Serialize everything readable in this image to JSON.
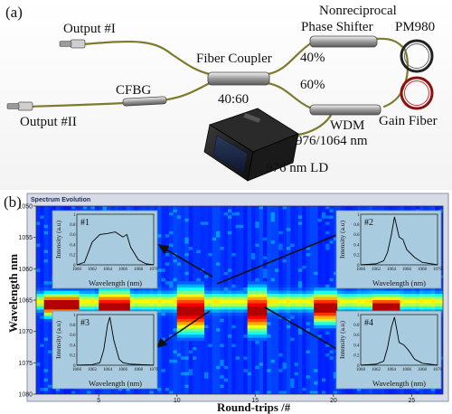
{
  "panel_a": {
    "label": "(a)",
    "output1": "Output #I",
    "output2": "Output #II",
    "cfbg": "CFBG",
    "coupler": "Fiber Coupler",
    "coupler_ratio": "40:60",
    "shifter_line1": "Nonreciprocal",
    "shifter_line2": "Phase Shifter",
    "pct40": "40%",
    "pct60": "60%",
    "pm980": "PM980",
    "wdm": "WDM",
    "wdm_spec": "976/1064 nm",
    "gain_fiber": "Gain Fiber",
    "ld": "976 nm LD"
  },
  "panel_b": {
    "label": "(b)",
    "title": "Spectrum Evolution",
    "ylabel": "Wavelength  nm",
    "xlabel": "Round-trips /#",
    "yticks": [
      "1050",
      "1055",
      "1060",
      "1065",
      "1070",
      "1075",
      "1080"
    ],
    "xticks": [
      "5",
      "10",
      "15",
      "20",
      "25"
    ],
    "insets": [
      {
        "id": "#1",
        "ylabel": "Intensity (a.u)",
        "xlabel": "Wavelength (nm)",
        "xticks": [
          "1060",
          "1062",
          "1064",
          "1066",
          "1068",
          "1070"
        ],
        "yticks": [
          "0",
          "0.2",
          "0.4",
          "0.6",
          "0.8",
          "1"
        ]
      },
      {
        "id": "#2",
        "ylabel": "Intensity (a.u)",
        "xlabel": "Wavelength (nm)",
        "xticks": [
          "1060",
          "1062",
          "1064",
          "1066",
          "1068",
          "1070"
        ],
        "yticks": [
          "0",
          "0.2",
          "0.4",
          "0.6",
          "0.8",
          "1"
        ]
      },
      {
        "id": "#3",
        "ylabel": "Intensity (a.u)",
        "xlabel": "Wavelength (nm)",
        "xticks": [
          "1060",
          "1062",
          "1064",
          "1066",
          "1068",
          "1070"
        ],
        "yticks": [
          "0",
          "0.2",
          "0.4",
          "0.6",
          "0.8",
          "1"
        ]
      },
      {
        "id": "#4",
        "ylabel": "Intensity (a.u)",
        "xlabel": "Wavelength (nm)",
        "xticks": [
          "1060",
          "1062",
          "1064",
          "1066",
          "1068",
          "1070"
        ],
        "yticks": [
          "0",
          "0.2",
          "0.4",
          "0.6",
          "0.8",
          "1"
        ]
      }
    ]
  },
  "chart_data": {
    "type": "heatmap",
    "title": "Spectrum Evolution",
    "xlabel": "Round-trips /#",
    "ylabel": "Wavelength  nm",
    "xlim": [
      1,
      27
    ],
    "ylim": [
      1050,
      1080
    ],
    "background_level": 0.15,
    "center_wavelength": 1065,
    "pulse_bursts": [
      {
        "start": 1.5,
        "end": 3.5,
        "center": 1065.5,
        "width": 3.0
      },
      {
        "start": 5.0,
        "end": 6.8,
        "center": 1066.0,
        "width": 4.5
      },
      {
        "start": 10.0,
        "end": 11.6,
        "center": 1066.5,
        "width": 5.5
      },
      {
        "start": 14.5,
        "end": 15.6,
        "center": 1066.5,
        "width": 5.5
      },
      {
        "start": 18.6,
        "end": 20.2,
        "center": 1066.0,
        "width": 4.0
      },
      {
        "start": 22.5,
        "end": 24.0,
        "center": 1066.0,
        "width": 3.5
      }
    ],
    "inset_spectra": [
      {
        "name": "#1",
        "wavelength": [
          1060,
          1061,
          1062,
          1063,
          1064,
          1065,
          1066,
          1066.5,
          1067,
          1068,
          1069,
          1070
        ],
        "intensity": [
          0.0,
          0.05,
          0.45,
          0.6,
          0.62,
          0.65,
          0.55,
          0.6,
          0.35,
          0.1,
          0.02,
          0.0
        ]
      },
      {
        "name": "#2",
        "wavelength": [
          1060,
          1062,
          1063,
          1063.5,
          1064,
          1064.4,
          1065,
          1065.5,
          1066,
          1067,
          1068,
          1070
        ],
        "intensity": [
          0.0,
          0.02,
          0.08,
          0.25,
          0.6,
          0.95,
          0.55,
          0.5,
          0.3,
          0.15,
          0.05,
          0.0
        ]
      },
      {
        "name": "#3",
        "wavelength": [
          1060,
          1062,
          1063,
          1063.5,
          1064,
          1064.3,
          1064.8,
          1065.5,
          1066,
          1067,
          1070
        ],
        "intensity": [
          0.0,
          0.01,
          0.05,
          0.3,
          0.8,
          0.95,
          0.5,
          0.12,
          0.05,
          0.02,
          0.0
        ]
      },
      {
        "name": "#4",
        "wavelength": [
          1060,
          1062,
          1063,
          1063.5,
          1064,
          1064.4,
          1065,
          1065.6,
          1066.2,
          1067,
          1068,
          1070
        ],
        "intensity": [
          0.0,
          0.02,
          0.08,
          0.35,
          0.75,
          0.95,
          0.45,
          0.4,
          0.3,
          0.12,
          0.04,
          0.0
        ]
      }
    ]
  }
}
